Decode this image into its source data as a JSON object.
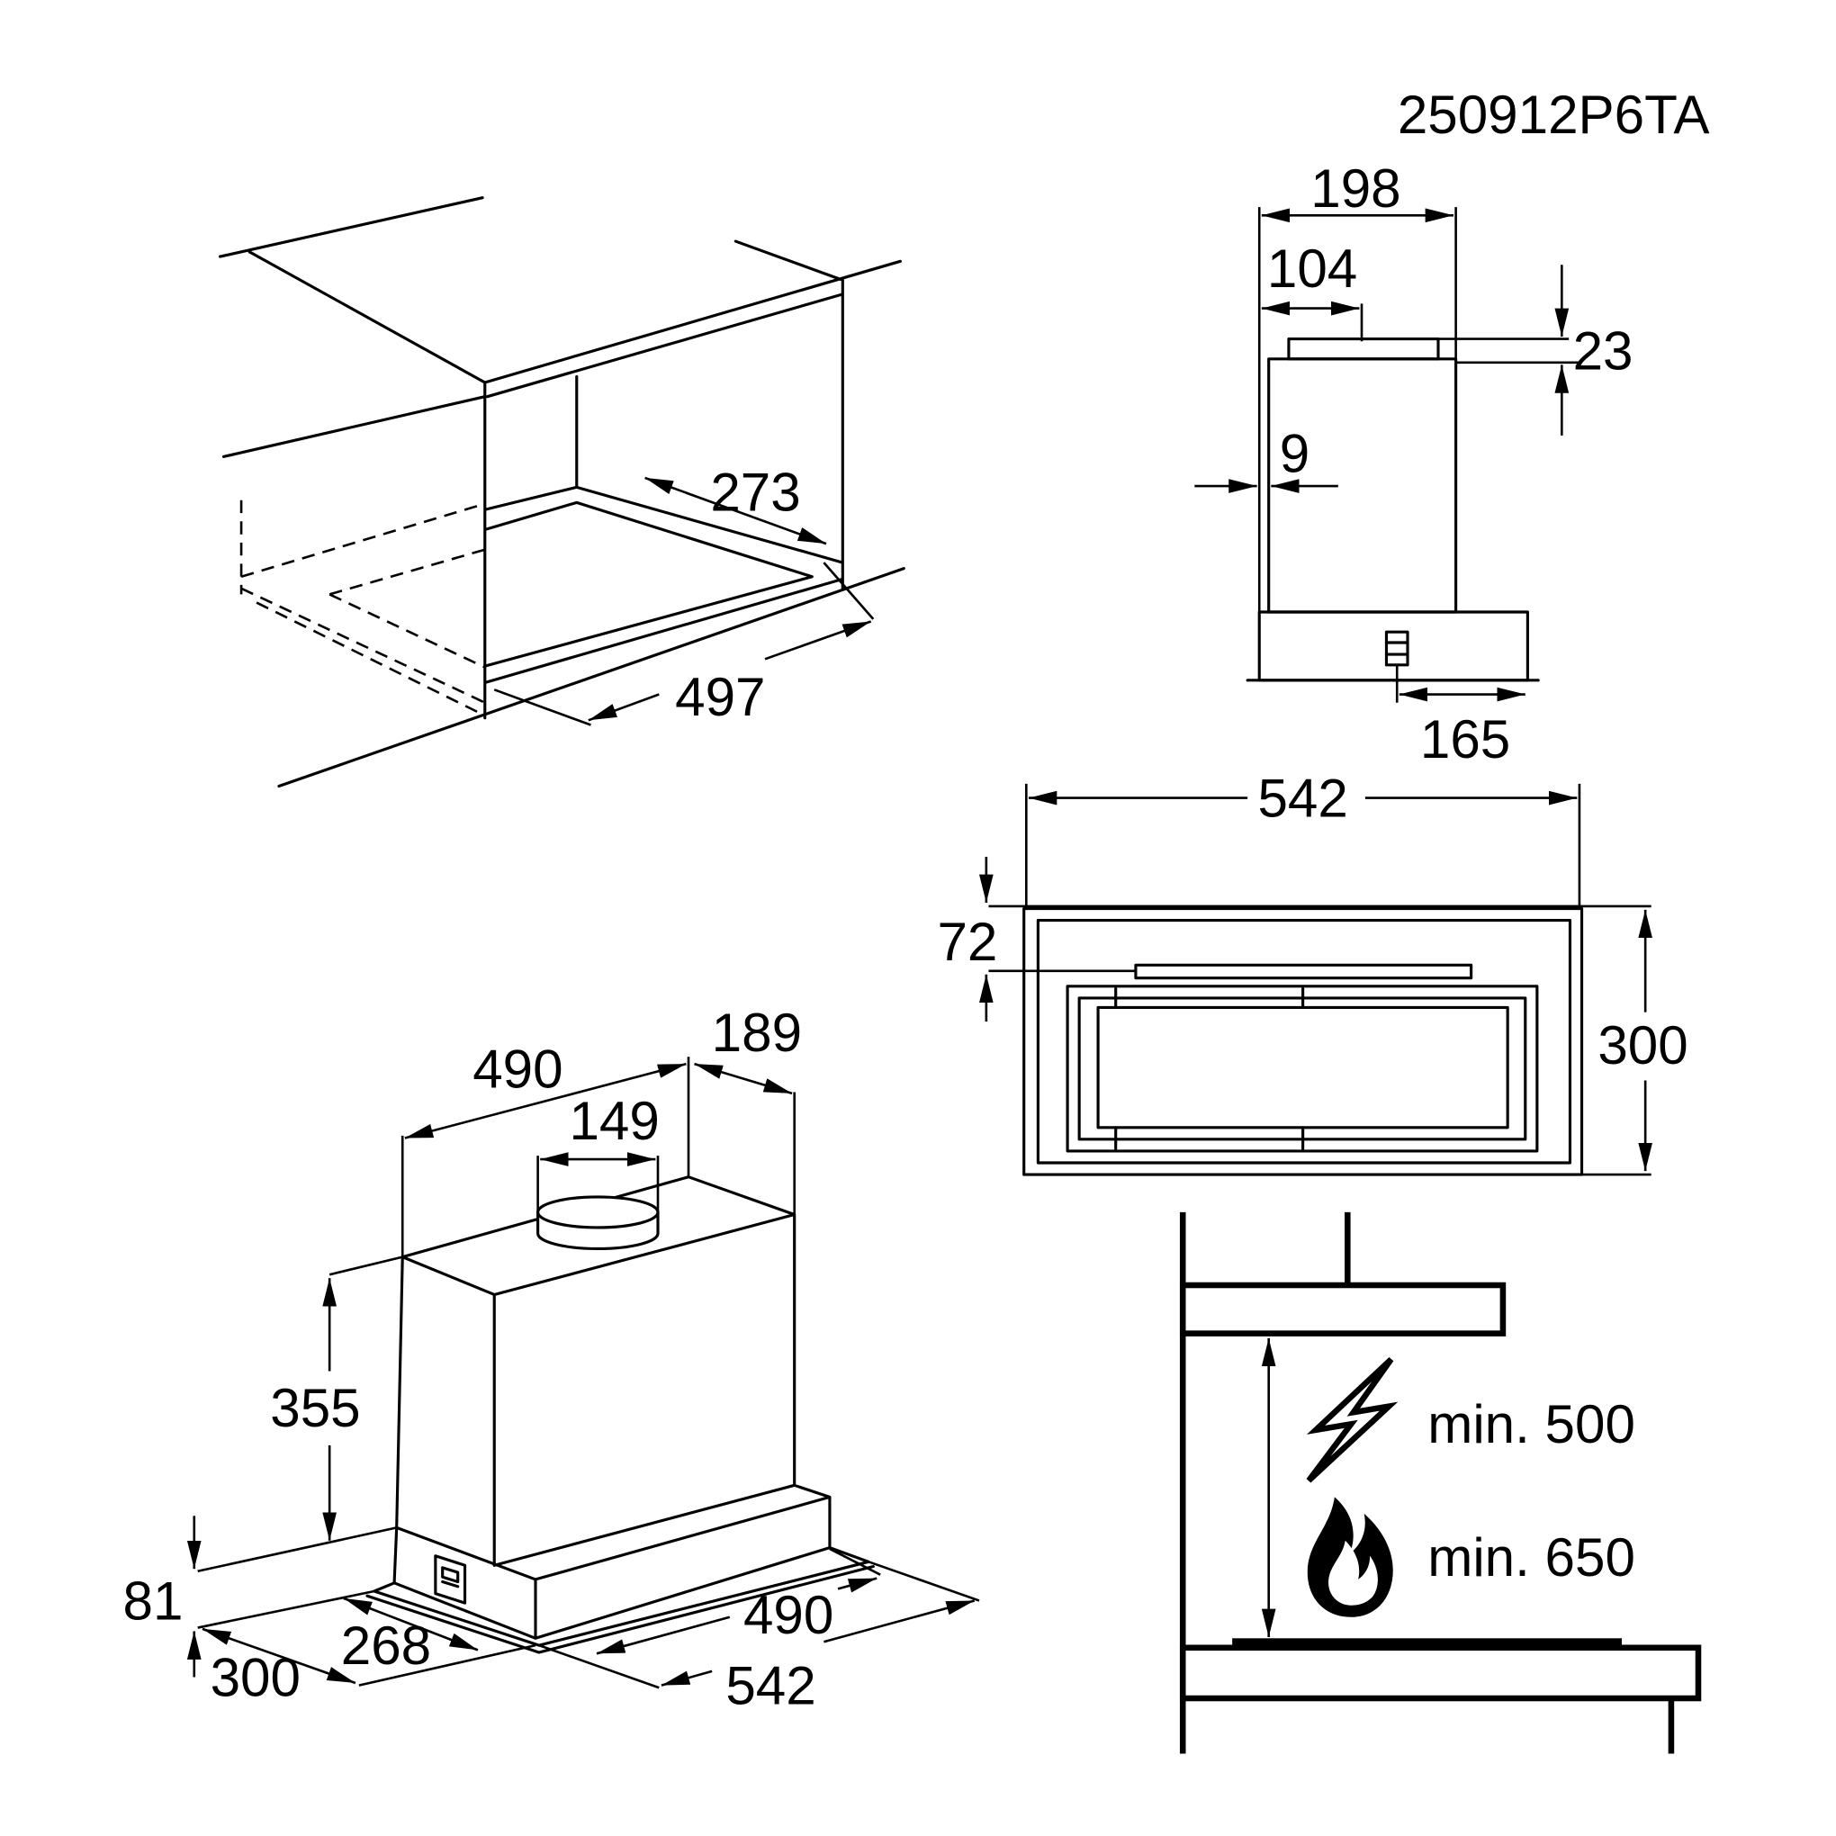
{
  "colors": {
    "ink": "#000000",
    "paper": "#ffffff"
  },
  "model_code": "250912P6TA",
  "cabinet_cutout": {
    "depth": "273",
    "width": "497"
  },
  "side_view": {
    "total_depth": "198",
    "duct_offset": "104",
    "duct_height": "23",
    "front_inset": "9",
    "control_offset": "165"
  },
  "underside_view": {
    "width": "542",
    "slot_offset": "72",
    "depth": "300"
  },
  "installation": {
    "electric_hob_min": "min. 500",
    "gas_hob_min": "min. 650",
    "electric_hob_icon": "lightning-icon",
    "gas_hob_icon": "flame-icon"
  },
  "hood_perspective": {
    "body_width": "490",
    "body_depth": "189",
    "duct_width": "149",
    "body_height": "355",
    "front_panel_height": "81",
    "base_inner_depth": "268",
    "base_depth": "300",
    "base_inner_width": "490",
    "base_width": "542"
  }
}
